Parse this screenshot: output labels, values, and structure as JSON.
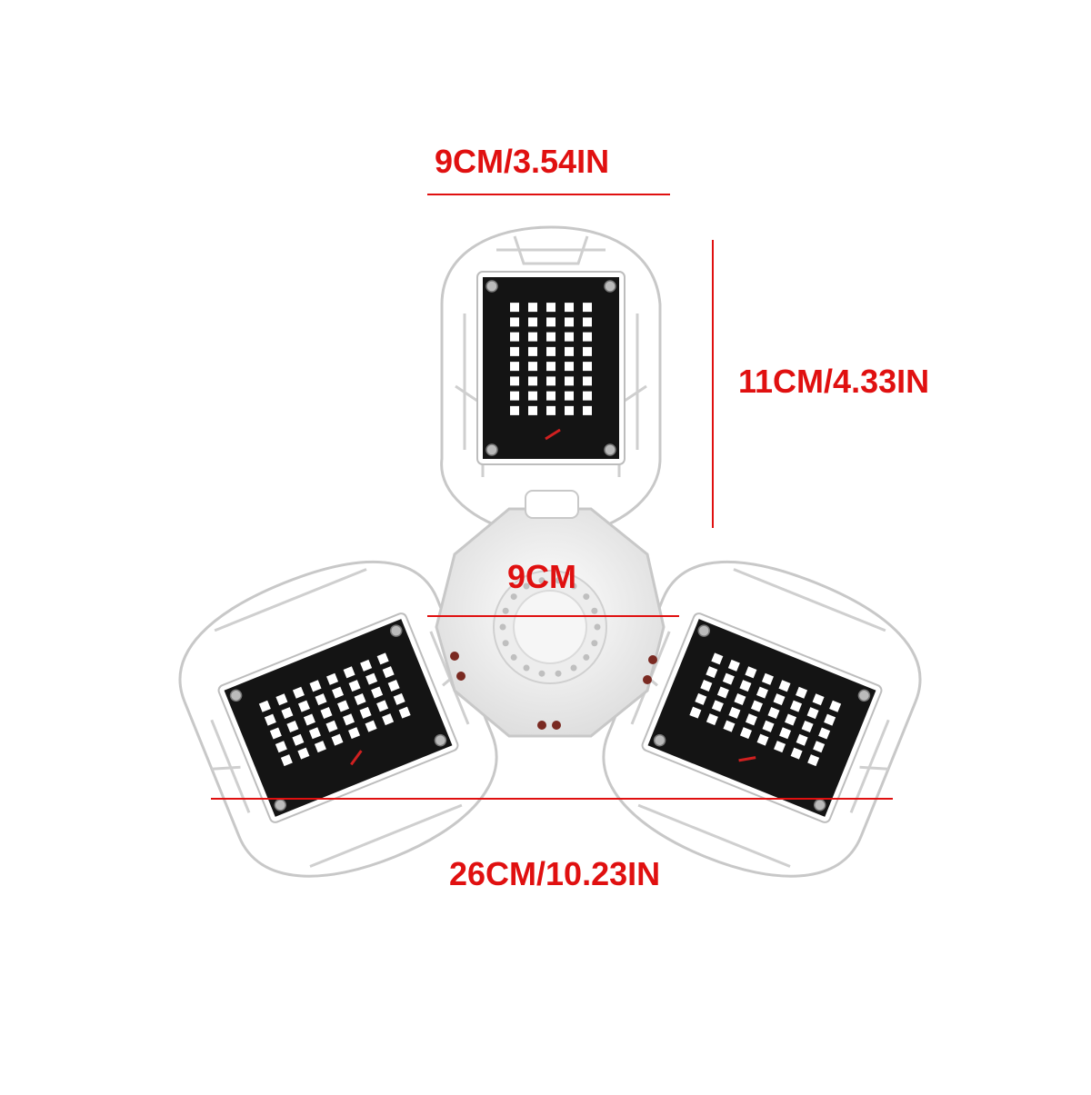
{
  "colors": {
    "background": "#ffffff",
    "dimension": "#e01010",
    "housing_stroke": "#c8c8c8",
    "housing_fill": "#ffffff",
    "led_board": "#141414",
    "led_chip": "#ffffff",
    "hub_fill": "#f2f2f2",
    "terminal": "#7a2a22"
  },
  "dimensions": {
    "panel_width": "9CM/3.54IN",
    "panel_height": "11CM/4.33IN",
    "hub_diameter": "9CM",
    "total_width": "26CM/10.23IN"
  },
  "product": {
    "name": "three-panel deformable LED light",
    "panel_count": 3,
    "leds_per_panel": 40
  }
}
